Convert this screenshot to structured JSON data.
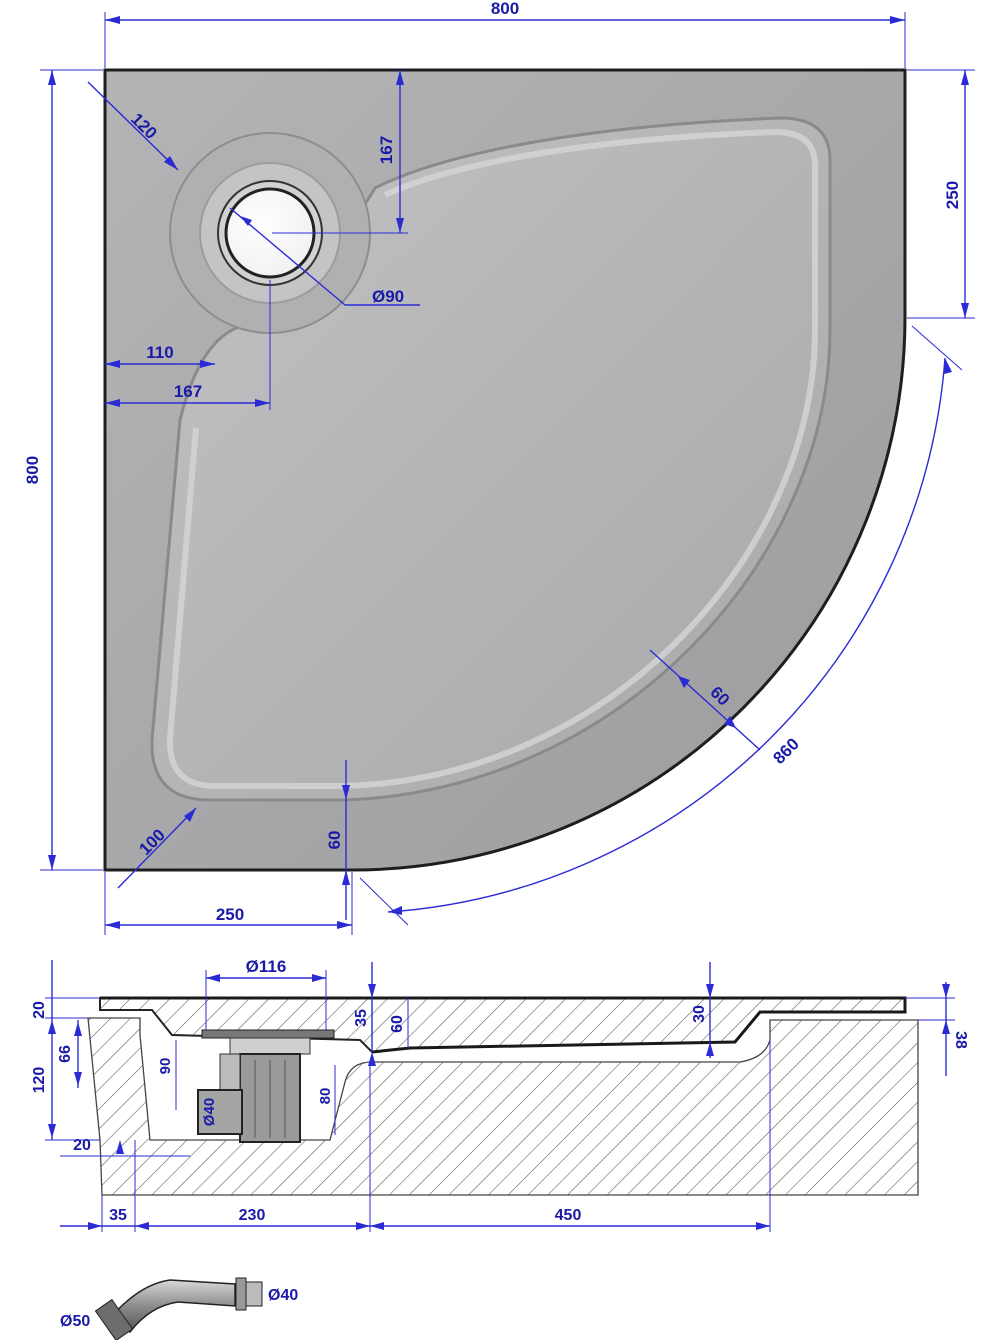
{
  "colors": {
    "dimension": "#1a1aa8",
    "tray_fill": "#a9a9ab",
    "tray_edge": "#1e1e20",
    "hatch": "#555555",
    "background": "#ffffff"
  },
  "plan_view": {
    "dims": {
      "top_width": "800",
      "left_height": "800",
      "right_250": "250",
      "bottom_250": "250",
      "corner_120": "120",
      "drain_top_167": "167",
      "drain_diameter": "Ø90",
      "left_110": "110",
      "left_167": "167",
      "rim_60_diag": "60",
      "arc_860": "860",
      "corner_100": "100",
      "bottom_60": "60"
    }
  },
  "section_view": {
    "dims": {
      "d116": "Ø116",
      "h20_top": "20",
      "h66": "66",
      "h120": "120",
      "h20_bottom": "20",
      "h90": "90",
      "d40": "Ø40",
      "h80": "80",
      "h35": "35",
      "h60": "60",
      "h30": "30",
      "h38": "38",
      "w35": "35",
      "w230": "230",
      "w450": "450"
    }
  },
  "siphon": {
    "d50": "Ø50",
    "d40": "Ø40"
  }
}
